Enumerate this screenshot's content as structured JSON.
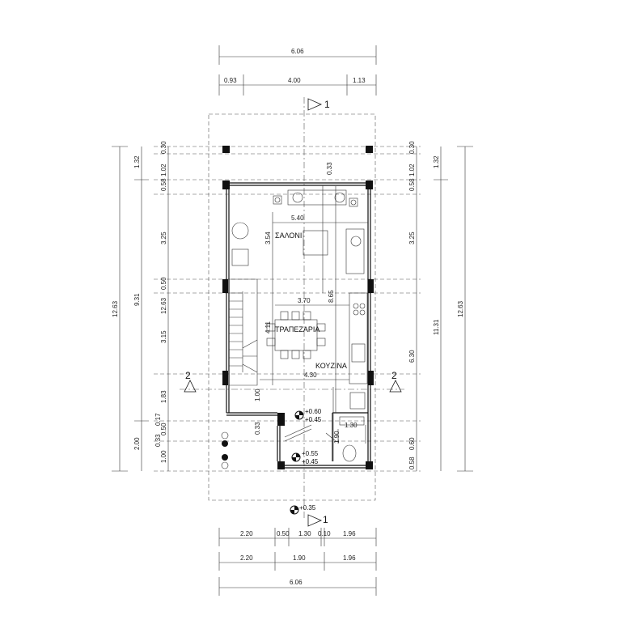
{
  "top_dims": {
    "overall": "6.06",
    "segments": [
      "0.93",
      "4.00",
      "1.13"
    ]
  },
  "bottom_dims": {
    "row1": [
      "2.20",
      "0.50",
      "1.30",
      "0.10",
      "1.96"
    ],
    "row2": [
      "2.20",
      "1.90",
      "1.96"
    ],
    "overall": "6.06"
  },
  "left_dims": {
    "outer": "12.63",
    "mid": "9.31",
    "inner": [
      "0.30",
      "1.02",
      "0.58",
      "3.25",
      "0.50",
      "12.63",
      "3.15",
      "1.83",
      "0.17",
      "0.50",
      "0.33",
      "1.00"
    ],
    "inner_major": [
      "1.32",
      "2.00"
    ]
  },
  "right_dims": {
    "outer": "12.63",
    "mid": "11.31",
    "inner": [
      "0.30",
      "1.02",
      "0.58",
      "3.25",
      "6.30",
      "0.60",
      "0.58"
    ],
    "inner_major": [
      "1.32"
    ]
  },
  "interior_dims": [
    "0.33",
    "5.40",
    "3.54",
    "3.70",
    "8.65",
    "4.11",
    "4.30",
    "1.00",
    "0.33",
    "1.90",
    "1.30"
  ],
  "rooms": {
    "living": "ΣΑΛΟΝΙ",
    "dining": "ΤΡΑΠΕΖΑΡΙΑ",
    "kitchen": "ΚΟΥΖΙΝΑ"
  },
  "sections": {
    "top": "1",
    "bottom": "1",
    "left": "2",
    "right": "2"
  },
  "levels": [
    "+0.60",
    "+0.45",
    "+0.55",
    "+0.45",
    "+0.35"
  ]
}
